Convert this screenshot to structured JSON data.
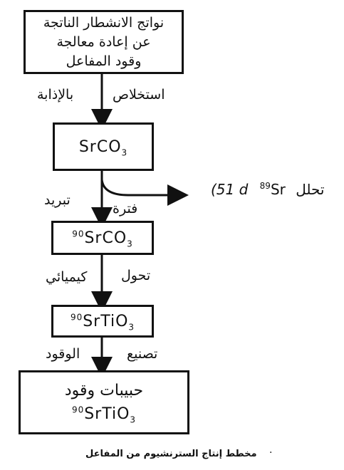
{
  "box1": {
    "lines": [
      "نواتج الانشطار الناتجة",
      "عن إعادة معالجة",
      "وقود المفاعل"
    ]
  },
  "step1": {
    "left": "بالإذابة",
    "right": "استخلاص"
  },
  "box2": {
    "formula": "SrCO",
    "sub": "3"
  },
  "branch": {
    "left": "تبريد",
    "decay": "فترة",
    "side_prefix": "(51 d",
    "mass_89": "89",
    "side_element": "Sr",
    "side_word": "تحلل"
  },
  "box3": {
    "mass": "90",
    "formula": "SrCO",
    "sub": "3"
  },
  "step3": {
    "left": "كيميائي",
    "right": "تحول"
  },
  "box4": {
    "mass": "90",
    "formula": "SrTiO",
    "sub": "3"
  },
  "step4": {
    "left": "الوقود",
    "right": "تصنيع"
  },
  "box5": {
    "text": "حبيبات وقود",
    "mass": "90",
    "formula": "SrTiO",
    "sub": "3"
  },
  "footer": {
    "dot": ".",
    "caption": "مخطط إنتاج السترنشيوم من المفاعل"
  }
}
